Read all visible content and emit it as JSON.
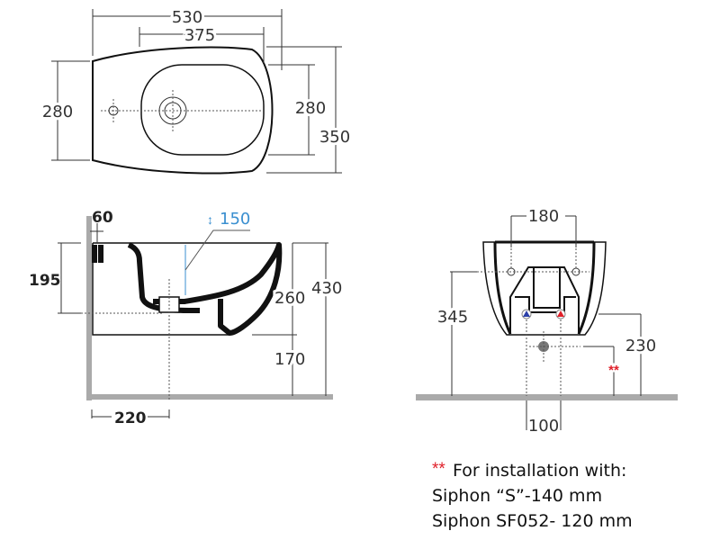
{
  "top_view": {
    "width_total": "530",
    "bowl_width": "375",
    "depth_left": "280",
    "bowl_depth": "280",
    "depth_total": "350"
  },
  "side_view": {
    "wall_offset": "60",
    "water_depth": "150",
    "height_rim": "195",
    "body_height": "260",
    "total_height": "430",
    "floor_clearance": "170",
    "drain_distance": "220"
  },
  "front_view": {
    "fixing_spacing": "180",
    "fixing_height": "345",
    "supply_height": "230",
    "drain_spacing": "100",
    "siphon_mark": "**"
  },
  "note": {
    "marker": "**",
    "title": "For installation with:",
    "line1": "Siphon “S”-140 mm",
    "line2": "Siphon SF052- 120 mm"
  },
  "colors": {
    "accent_blue": "#3a8fd0",
    "cold": "#2b3fa8",
    "hot": "#e0202a",
    "wall": "#aaaaaa"
  }
}
